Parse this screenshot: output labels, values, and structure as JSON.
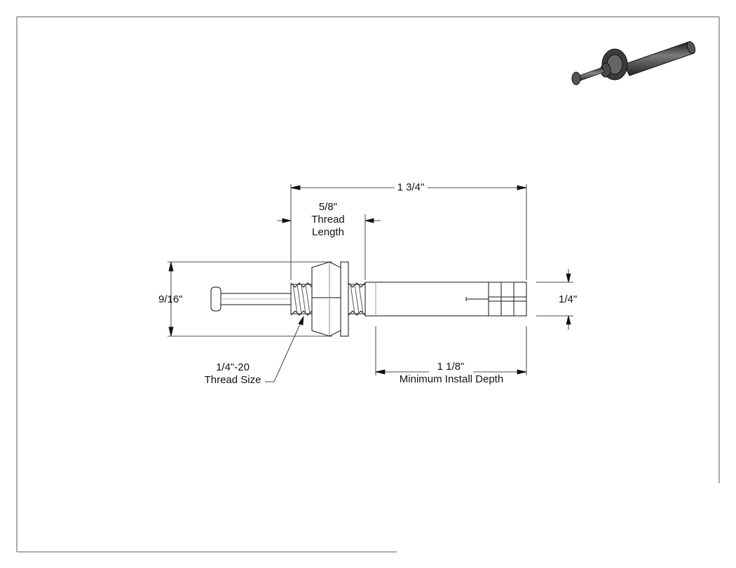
{
  "dimensions": {
    "overall_length": "1 3/4\"",
    "thread_length_value": "5/8\"",
    "thread_length_line1": "Thread",
    "thread_length_line2": "Length",
    "washer_diameter": "9/16\"",
    "anchor_diameter": "1/4\"",
    "thread_size_line1": "1/4\"-20",
    "thread_size_line2": "Thread Size",
    "install_depth_value": "1 1/8\"",
    "install_depth_label": "Minimum Install Depth"
  },
  "colors": {
    "line": "#111111",
    "metal_dark": "#3a3a3a",
    "metal_mid": "#6b6b6b",
    "metal_light": "#a8a8a8"
  }
}
